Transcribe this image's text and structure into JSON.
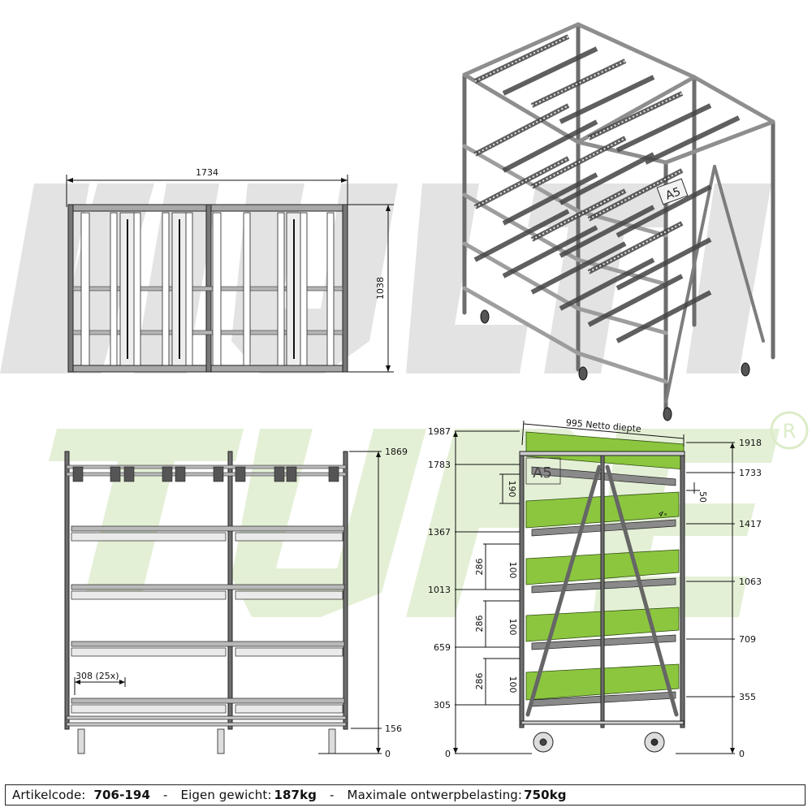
{
  "watermark": {
    "top_word": "MULTI",
    "bottom_word": "TUBE",
    "registered_mark": "®",
    "colors": {
      "grey": "#e3e3e3",
      "green": "#e4f0d6",
      "registered": "#dcecc8"
    }
  },
  "colors": {
    "box_green": "#8cc63f",
    "tube_grey": "#6e6e6e",
    "light_grey": "#cfcfcf",
    "line": "#111111"
  },
  "top_view": {
    "width_dim": "1734",
    "depth_dim": "1038"
  },
  "front_view": {
    "height_top": "1869",
    "height_base": "156",
    "height_zero": "0",
    "pitch_label": "308 (25x)"
  },
  "side_view": {
    "depth_label": "995 Netto diepte",
    "left_dims": [
      "1987",
      "1783",
      "1367",
      "1013",
      "659",
      "305",
      "0"
    ],
    "right_dims": [
      "1918",
      "1733",
      "1417",
      "1063",
      "709",
      "355",
      "0"
    ],
    "spacing_dims": [
      "286",
      "286",
      "286"
    ],
    "clearance_dims": [
      "100",
      "100",
      "100"
    ],
    "top_clearance": "190",
    "drop_dim": "50",
    "angle_label": "4°",
    "label_plate": "A5"
  },
  "iso_view": {
    "label_plate": "A5"
  },
  "footer": {
    "article_label": "Artikelcode:",
    "article_value": "706-194",
    "separator": "-",
    "weight_label": "Eigen gewicht:",
    "weight_value": "187kg",
    "load_label": "Maximale ontwerpbelasting:",
    "load_value": "750kg"
  }
}
